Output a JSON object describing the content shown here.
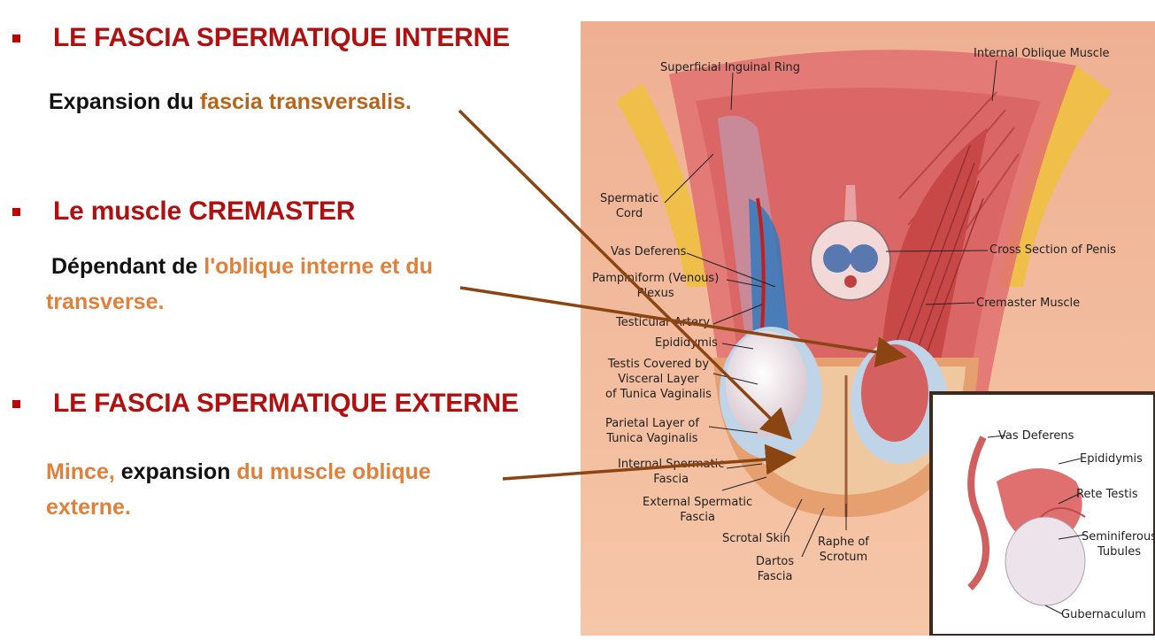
{
  "sections": [
    {
      "heading": "LE FASCIA SPERMATIQUE INTERNE",
      "desc_1": "Expansion du ",
      "desc_2": "fascia transversalis."
    },
    {
      "heading": "Le muscle CREMASTER",
      "desc_1": "Dépendant de ",
      "desc_2": "l'oblique interne et du",
      "desc_3": "transverse."
    },
    {
      "heading": "LE FASCIA SPERMATIQUE EXTERNE",
      "desc_1": "Mince, ",
      "desc_2": "expansion ",
      "desc_3": "du muscle oblique",
      "desc_4": "externe."
    }
  ],
  "figure": {
    "labels": {
      "superficial_inguinal_ring": "Superficial Inguinal Ring",
      "internal_oblique_muscle": "Internal Oblique Muscle",
      "spermatic_cord_1": "Spermatic",
      "spermatic_cord_2": "Cord",
      "vas_deferens": "Vas Deferens",
      "pampiniform_1": "Pampiniform (Venous)",
      "pampiniform_2": "Plexus",
      "testicular_artery": "Testicular Artery",
      "epididymis": "Epididymis",
      "testis_covered_1": "Testis Covered by",
      "testis_covered_2": "Visceral Layer",
      "testis_covered_3": "of Tunica Vaginalis",
      "parietal_1": "Parietal Layer of",
      "parietal_2": "Tunica Vaginalis",
      "internal_spermatic_1": "Internal Spermatic",
      "internal_spermatic_2": "Fascia",
      "external_spermatic_1": "External Spermatic",
      "external_spermatic_2": "Fascia",
      "scrotal_skin": "Scrotal Skin",
      "dartos_1": "Dartos",
      "dartos_2": "Fascia",
      "raphe_1": "Raphe of",
      "raphe_2": "Scrotum",
      "cross_section_penis": "Cross Section of Penis",
      "cremaster_muscle": "Cremaster Muscle"
    },
    "inset_labels": {
      "vas_deferens": "Vas Deferens",
      "epididymis": "Epididymis",
      "rete_testis": "Rete Testis",
      "seminiferous_1": "Seminiferous",
      "seminiferous_2": "Tubules",
      "gubernaculum": "Gubernaculum"
    }
  },
  "colors": {
    "heading": "#b01010",
    "bullet": "#c00000",
    "brown_text": "#b5651d",
    "orange_text": "#e0803a",
    "arrow": "#8b4513"
  }
}
